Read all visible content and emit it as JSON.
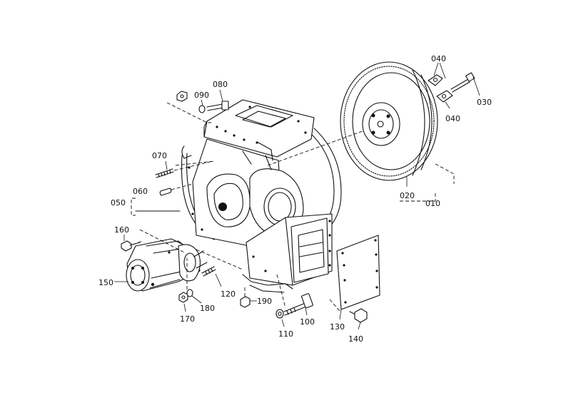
{
  "diagram": {
    "labels": {
      "p010": "010",
      "p020": "020",
      "p030": "030",
      "p040a": "040",
      "p040b": "040",
      "p050": "050",
      "p060": "060",
      "p070": "070",
      "p080": "080",
      "p090": "090",
      "p100": "100",
      "p110": "110",
      "p120": "120",
      "p130": "130",
      "p140": "140",
      "p150": "150",
      "p160": "160",
      "p170": "170",
      "p180": "180",
      "p190": "190"
    }
  }
}
